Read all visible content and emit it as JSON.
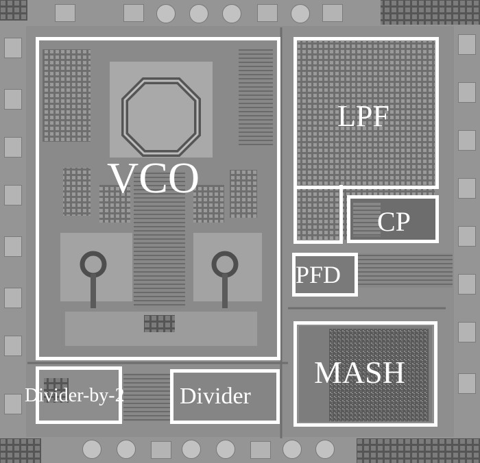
{
  "blocks": {
    "vco": {
      "label": "VCO"
    },
    "lpf": {
      "label": "LPF"
    },
    "cp": {
      "label": "CP"
    },
    "pfd": {
      "label": "PFD"
    },
    "mash": {
      "label": "MASH"
    },
    "divider_by_2": {
      "label": "Divider-by-2"
    },
    "divider": {
      "label": "Divider"
    }
  },
  "colors": {
    "outline": "#ffffff",
    "label": "#ffffff",
    "die": "#939393"
  }
}
